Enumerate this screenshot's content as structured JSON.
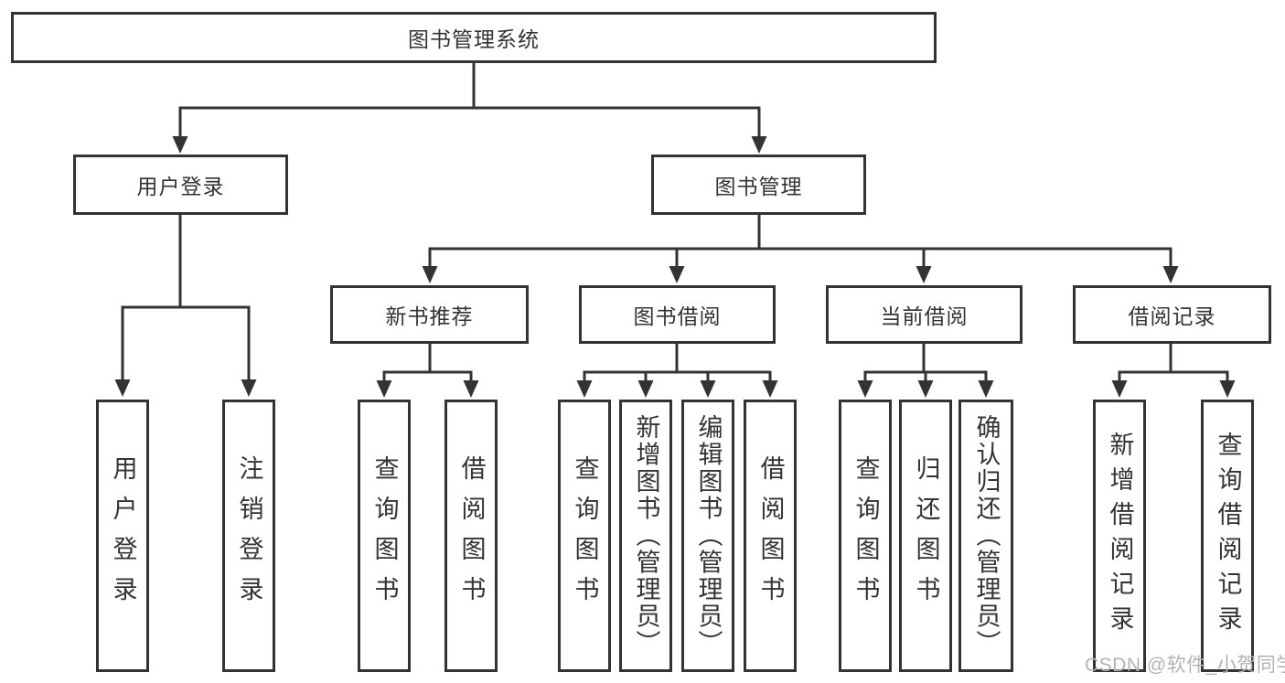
{
  "colors": {
    "line": "#333333",
    "text": "#333333",
    "box_background": "#ffffff",
    "watermark": "#b3b3b3",
    "background": "#ffffff"
  },
  "watermark": {
    "text": "CSDN @软件_小贺同学"
  },
  "tree": {
    "label": "图书管理系统",
    "children": [
      {
        "label": "用户登录",
        "children": [
          {
            "label": "用户登录"
          },
          {
            "label": "注销登录"
          }
        ]
      },
      {
        "label": "图书管理",
        "children": [
          {
            "label": "新书推荐",
            "children": [
              {
                "label": "查询图书"
              },
              {
                "label": "借阅图书"
              }
            ]
          },
          {
            "label": "图书借阅",
            "children": [
              {
                "label": "查询图书"
              },
              {
                "label": "新增图书（管理员）"
              },
              {
                "label": "编辑图书（管理员）"
              },
              {
                "label": "借阅图书"
              }
            ]
          },
          {
            "label": "当前借阅",
            "children": [
              {
                "label": "查询图书"
              },
              {
                "label": "归还图书"
              },
              {
                "label": "确认归还（管理员）"
              }
            ]
          },
          {
            "label": "借阅记录",
            "children": [
              {
                "label": "新增借阅记录"
              },
              {
                "label": "查询借阅记录"
              }
            ]
          }
        ]
      }
    ]
  }
}
